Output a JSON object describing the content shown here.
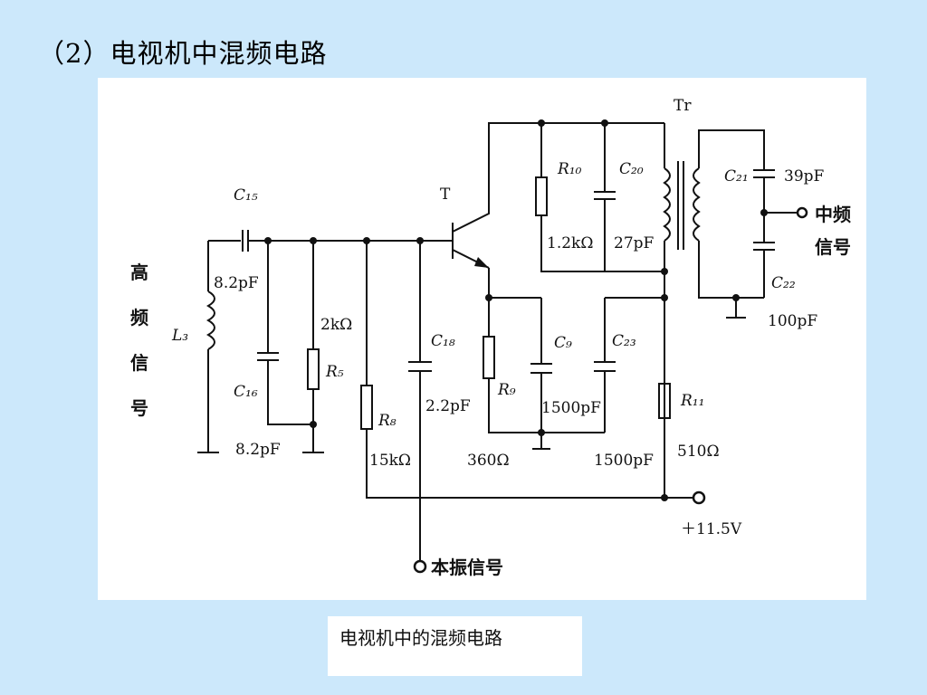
{
  "slide": {
    "title": "（2）电视机中混频电路",
    "caption": "电视机中的混频电路"
  },
  "circuit": {
    "input_label_chars": [
      "高",
      "频",
      "信",
      "号"
    ],
    "output_label_line1": "中频",
    "output_label_line2": "信号",
    "lo_label": "本振信号",
    "supply_label": "＋11.5V",
    "transistor": "T",
    "transformer": "Tr",
    "components": {
      "L3": {
        "name": "L₃"
      },
      "C15": {
        "name": "C₁₅",
        "value": "8.2pF"
      },
      "C16": {
        "name": "C₁₆",
        "value": "8.2pF"
      },
      "R5": {
        "name": "R₅",
        "value": "2kΩ"
      },
      "R8": {
        "name": "R₈",
        "value": "15kΩ"
      },
      "C18": {
        "name": "C₁₈",
        "value": "2.2pF"
      },
      "R10": {
        "name": "R₁₀",
        "value": "1.2kΩ"
      },
      "C20": {
        "name": "C₂₀",
        "value": "27pF"
      },
      "C21": {
        "name": "C₂₁",
        "value": "39pF"
      },
      "C22": {
        "name": "C₂₂",
        "value": "100pF"
      },
      "R9": {
        "name": "R₉",
        "value": "360Ω"
      },
      "C9": {
        "name": "C₉",
        "value": "1500pF"
      },
      "C23": {
        "name": "C₂₃",
        "value": "1500pF"
      },
      "R11": {
        "name": "R₁₁",
        "value": "510Ω"
      }
    }
  }
}
